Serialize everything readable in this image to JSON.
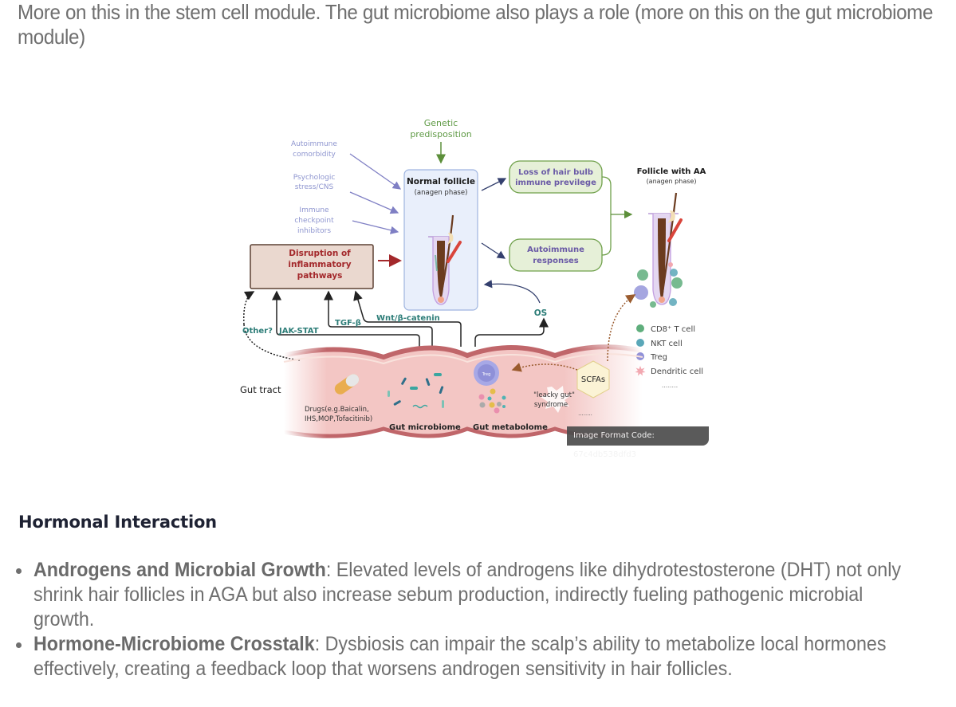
{
  "intro": {
    "text": "More on this in the stem cell module. The gut microbiome also plays a role (more on this on the gut microbiome module)"
  },
  "figure": {
    "genetic": [
      "Genetic",
      "predisposition"
    ],
    "triggers": [
      [
        "Autoimmune",
        "comorbidity"
      ],
      [
        "Psychologic",
        "stress/CNS"
      ],
      [
        "Immune",
        "checkpoint",
        "inhibitors"
      ]
    ],
    "normal_follicle_title": "Normal follicle",
    "normal_follicle_sub": "(anagen phase)",
    "loss_box": [
      "Loss of hair bulb",
      "immune previlege"
    ],
    "autoimmune_box": [
      "Autoimmune",
      "responses"
    ],
    "aa_follicle_title": "Follicle with AA",
    "aa_follicle_sub": "(anagen phase)",
    "disruption_box": [
      "Disruption of",
      "inflammatory",
      "pathways"
    ],
    "pathways": {
      "other": "Other?",
      "jak": "JAK-STAT",
      "tgf": "TGF-β",
      "wnt": "Wnt/β-catenin",
      "os": "OS"
    },
    "legend": [
      {
        "label": "CD8⁺ T cell",
        "color": "#5fae7c"
      },
      {
        "label": "NKT cell",
        "color": "#5aa7b8"
      },
      {
        "label": "Treg",
        "color": "#8f90d8"
      },
      {
        "label": "Dendritic cell",
        "color": "#f2a7b0"
      }
    ],
    "legend_more": "........",
    "gut_tract": "Gut tract",
    "drugs": [
      "Drugs(e.g.Baicalin,",
      "IHS,MOP,Tofacitinib)"
    ],
    "gut_microbiome": "Gut microbiome",
    "gut_metabolome": "Gut metabolome",
    "treg_cell": "Treg",
    "scfas": "SCFAs",
    "leaky_gut": [
      "\"leacky gut\"",
      "syndrome"
    ],
    "leaky_more": "........"
  },
  "image_format_code": "Image Format Code: 67c4db538dfd3",
  "section": {
    "heading": "Hormonal Interaction",
    "bullets": [
      {
        "term": "Androgens and Microbial Growth",
        "text": ": Elevated levels of androgens like dihydrotestosterone (DHT) not only shrink hair follicles in AGA but also increase sebum production, indirectly fueling pathogenic microbial growth."
      },
      {
        "term": "Hormone-Microbiome Crosstalk",
        "text": ": Dysbiosis can impair the scalp’s ability to metabolize local hormones effectively, creating a feedback loop that worsens androgen sensitivity in hair follicles."
      }
    ]
  }
}
